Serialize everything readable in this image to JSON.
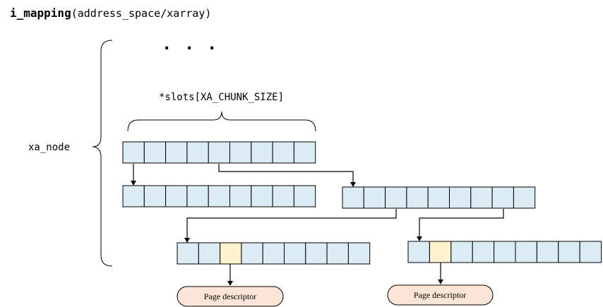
{
  "title": {
    "bold": "i_mapping",
    "rest": "(address_space/xarray)"
  },
  "ellipsis": ". . .",
  "slots_label": "*slots[XA_CHUNK_SIZE]",
  "xa_node_label": "xa_node",
  "page_descriptor_label": "Page descriptor",
  "colors": {
    "slot_fill": "#dcebf4",
    "page_slot_fill": "#fff2cc",
    "page_box_fill": "#fbe5d6",
    "stroke": "#000000"
  },
  "node_arrays": [
    {
      "id": "root",
      "slot_count": 9,
      "page_slot_index": null
    },
    {
      "id": "child-left",
      "slot_count": 9,
      "page_slot_index": null
    },
    {
      "id": "child-right",
      "slot_count": 9,
      "page_slot_index": null
    },
    {
      "id": "leaf-left",
      "slot_count": 9,
      "page_slot_index": 2
    },
    {
      "id": "leaf-right",
      "slot_count": 9,
      "page_slot_index": 1
    }
  ]
}
